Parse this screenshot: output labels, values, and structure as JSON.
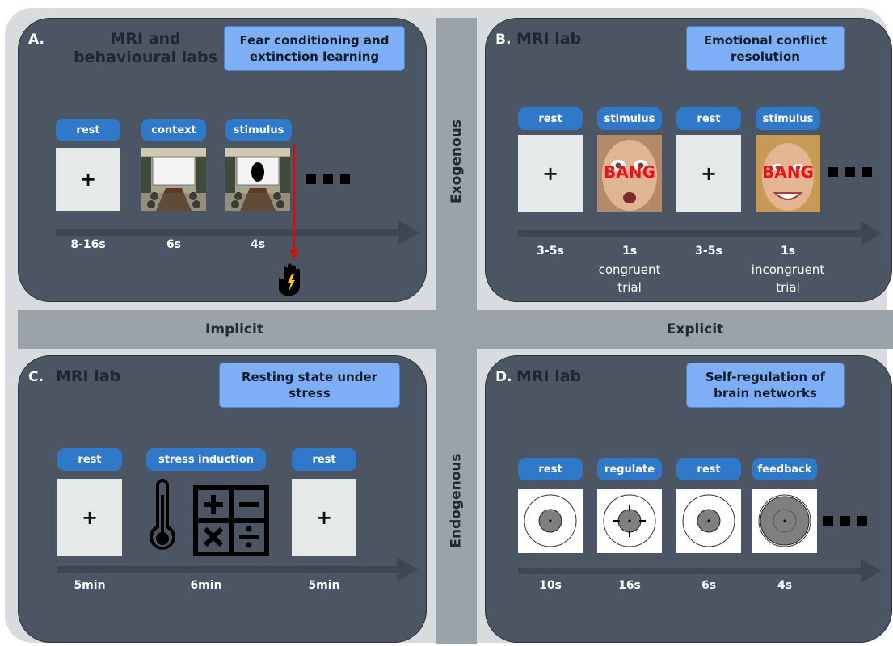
{
  "axes": {
    "top": "Exogenous",
    "bottom": "Endogenous",
    "left": "Implicit",
    "right": "Explicit"
  },
  "panels": {
    "a": {
      "letter": "A.",
      "lab_line1": "MRI and",
      "lab_line2": "behavioural labs",
      "task_line1": "Fear conditioning and",
      "task_line2": "extinction learning",
      "steps": [
        "rest",
        "context",
        "stimulus"
      ],
      "durations": [
        "8-16s",
        "6s",
        "4s"
      ],
      "fixation": "+"
    },
    "b": {
      "letter": "B.",
      "lab": "MRI lab",
      "task_line1": "Emotional conflict",
      "task_line2": "resolution",
      "steps": [
        "rest",
        "stimulus",
        "rest",
        "stimulus"
      ],
      "durations": [
        "3-5s",
        "1s",
        "3-5s",
        "1s"
      ],
      "trials": [
        {
          "line1": "congruent",
          "line2": "trial"
        },
        {
          "line1": "incongruent",
          "line2": "trial"
        }
      ],
      "face_word": "BANG",
      "fixation": "+"
    },
    "c": {
      "letter": "C.",
      "lab": "MRI lab",
      "task_line1": "Resting state under",
      "task_line2": "stress",
      "steps": [
        "rest",
        "stress induction",
        "rest"
      ],
      "durations": [
        "5min",
        "6min",
        "5min"
      ],
      "fixation": "+"
    },
    "d": {
      "letter": "D.",
      "lab": "MRI lab",
      "task_line1": "Self-regulation of",
      "task_line2": "brain networks",
      "steps": [
        "rest",
        "regulate",
        "rest",
        "feedback"
      ],
      "durations": [
        "10s",
        "16s",
        "6s",
        "4s"
      ]
    }
  },
  "colors": {
    "panel": "#4b5563",
    "pill": "#2f79c8",
    "task_box": "#7eaff6",
    "shock_arrow": "#d01010",
    "bang": "#e8141c"
  },
  "icons": [
    "hand-shock-icon",
    "thermometer-icon",
    "math-operators-icon"
  ]
}
